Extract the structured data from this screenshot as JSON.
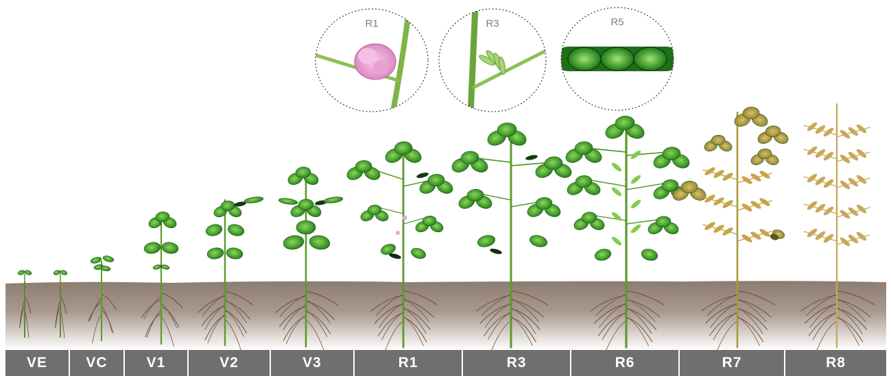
{
  "insets": [
    {
      "label": "R1",
      "content": "flower"
    },
    {
      "label": "R3",
      "content": "pod-forming"
    },
    {
      "label": "R5",
      "content": "seed-pod"
    }
  ],
  "stages": [
    {
      "label": "VE",
      "kind": "sprout"
    },
    {
      "label": "VC",
      "kind": "cotyledon"
    },
    {
      "label": "V1",
      "kind": "v1"
    },
    {
      "label": "V2",
      "kind": "v2"
    },
    {
      "label": "V3",
      "kind": "v3"
    },
    {
      "label": "R1",
      "kind": "r1"
    },
    {
      "label": "R3",
      "kind": "r3"
    },
    {
      "label": "R6",
      "kind": "r6"
    },
    {
      "label": "R7",
      "kind": "r7"
    },
    {
      "label": "R8",
      "kind": "r8"
    }
  ],
  "colors": {
    "soil_top": "#8d7b6f",
    "soil_bottom": "#ffffff",
    "stage_bar": "#6f6f71",
    "leaf_green": "#3f9a2c",
    "leaf_light": "#8fd45a",
    "stem_green": "#5a9b2a",
    "senescent": "#c8a444",
    "dry": "#c9a85a",
    "root": "#6b4e36",
    "pointer_arrow": "#12a05c"
  }
}
